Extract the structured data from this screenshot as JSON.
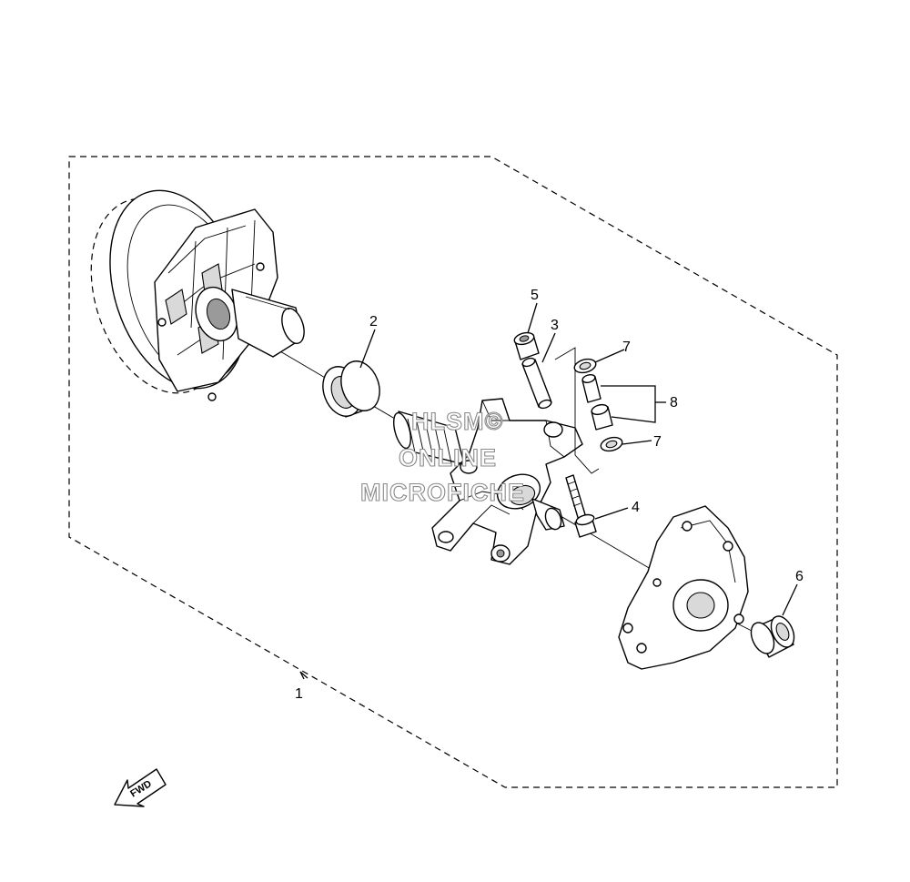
{
  "callouts": [
    {
      "id": "1",
      "label": "1"
    },
    {
      "id": "2",
      "label": "2"
    },
    {
      "id": "3",
      "label": "3"
    },
    {
      "id": "4",
      "label": "4"
    },
    {
      "id": "5",
      "label": "5"
    },
    {
      "id": "6",
      "label": "6"
    },
    {
      "id": "7a",
      "label": "7"
    },
    {
      "id": "7b",
      "label": "7"
    },
    {
      "id": "8",
      "label": "8"
    }
  ],
  "watermark": {
    "line1": "HLSM©",
    "line2": "ONLINE",
    "line3": "MICROFICHE"
  },
  "direction_indicator": {
    "label": "FWD"
  }
}
